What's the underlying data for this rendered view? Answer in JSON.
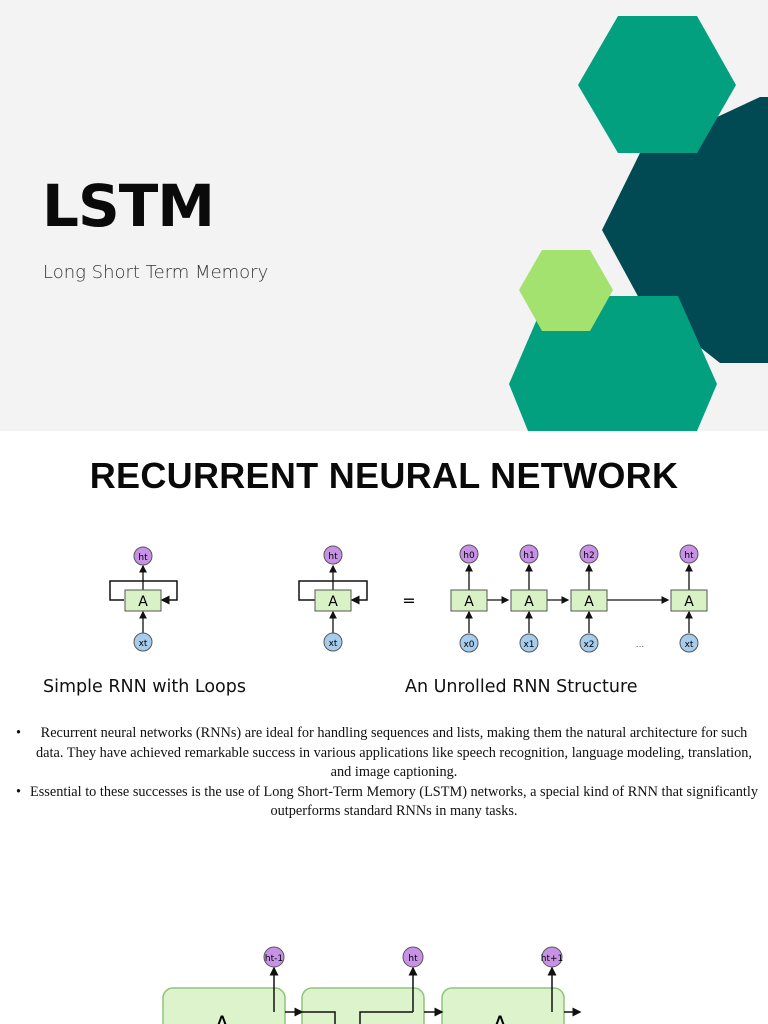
{
  "cover": {
    "title": "LSTM",
    "subtitle": "Long Short Term Memory",
    "colors": {
      "background": "#f3f3f3",
      "hex_teal": "#02a07f",
      "hex_dark": "#024a53",
      "hex_lime": "#a3e26f"
    }
  },
  "rnn_section": {
    "title": "RECURRENT NEURAL NETWORK",
    "diagram": {
      "cell_label": "A",
      "equals_sign": "=",
      "ellipsis": "...",
      "simple_rnn": {
        "output": "ht",
        "input": "xt"
      },
      "rolled_rnn": {
        "output": "ht",
        "input": "xt"
      },
      "unrolled": [
        {
          "output": "h0",
          "input": "x0"
        },
        {
          "output": "h1",
          "input": "x1"
        },
        {
          "output": "h2",
          "input": "x2"
        },
        {
          "output": "ht",
          "input": "xt"
        }
      ],
      "colors": {
        "cell_fill": "#d9f2c5",
        "output_fill": "#c792e6",
        "input_fill": "#a7cdee"
      }
    },
    "caption_left": "Simple RNN with Loops",
    "caption_right": "An Unrolled RNN Structure",
    "bullets": [
      "Recurrent neural networks (RNNs) are ideal for handling sequences and lists, making them the natural architecture for such data. They have achieved remarkable success in various applications like speech recognition, language modeling, translation, and image captioning.",
      "Essential to these successes is the use of Long Short-Term Memory (LSTM) networks, a special kind of RNN that significantly outperforms standard RNNs in many tasks."
    ]
  },
  "lstm_diagram": {
    "cell_label": "A",
    "outputs": [
      "ht-1",
      "ht",
      "ht+1"
    ]
  }
}
